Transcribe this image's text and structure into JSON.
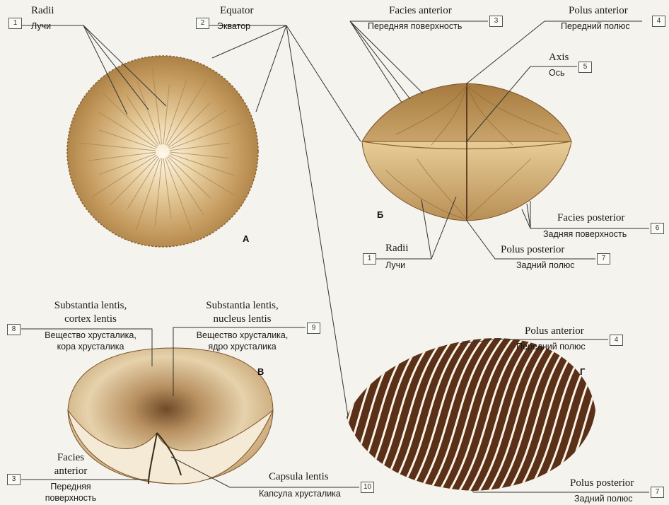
{
  "labels": {
    "radii_1": {
      "lat": "Radii",
      "rus": "Лучи",
      "num": "1"
    },
    "equator": {
      "lat": "Equator",
      "rus": "Экватор",
      "num": "2"
    },
    "facies_anterior_top": {
      "lat": "Facies anterior",
      "rus": "Передняя поверхность",
      "num": "3"
    },
    "polus_anterior_top": {
      "lat": "Polus anterior",
      "rus": "Передний полюс",
      "num": "4"
    },
    "axis": {
      "lat": "Axis",
      "rus": "Ось",
      "num": "5"
    },
    "facies_posterior": {
      "lat": "Facies posterior",
      "rus": "Задняя поверхность",
      "num": "6"
    },
    "radii_b": {
      "lat": "Radii",
      "rus": "Лучи",
      "num": "1"
    },
    "polus_posterior_b": {
      "lat": "Polus posterior",
      "rus": "Задний полюс",
      "num": "7"
    },
    "cortex": {
      "lat1": "Substantia lentis,",
      "lat2": "cortex lentis",
      "rus1": "Вещество хрусталика,",
      "rus2": "кора хрусталика",
      "num": "8"
    },
    "nucleus": {
      "lat1": "Substantia lentis,",
      "lat2": "nucleus lentis",
      "rus1": "Вещество хрусталика,",
      "rus2": "ядро хрусталика",
      "num": "9"
    },
    "polus_anterior_g": {
      "lat": "Polus anterior",
      "rus": "Передний полюс",
      "num": "4"
    },
    "facies_anterior_v": {
      "lat1": "Facies",
      "lat2": "anterior",
      "rus1": "Передняя",
      "rus2": "поверхность",
      "num": "3"
    },
    "capsula": {
      "lat": "Capsula lentis",
      "rus": "Капсула хрусталика",
      "num": "10"
    },
    "polus_posterior_g": {
      "lat": "Polus posterior",
      "rus": "Задний полюс",
      "num": "7"
    }
  },
  "figures": {
    "a": "А",
    "b": "Б",
    "v": "В",
    "g": "Г"
  },
  "colors": {
    "lens_light": "#f6e6c4",
    "lens_mid": "#c9a66e",
    "lens_dark": "#8a6230",
    "fiber_dark": "#4a2a15",
    "leader": "#333333"
  }
}
